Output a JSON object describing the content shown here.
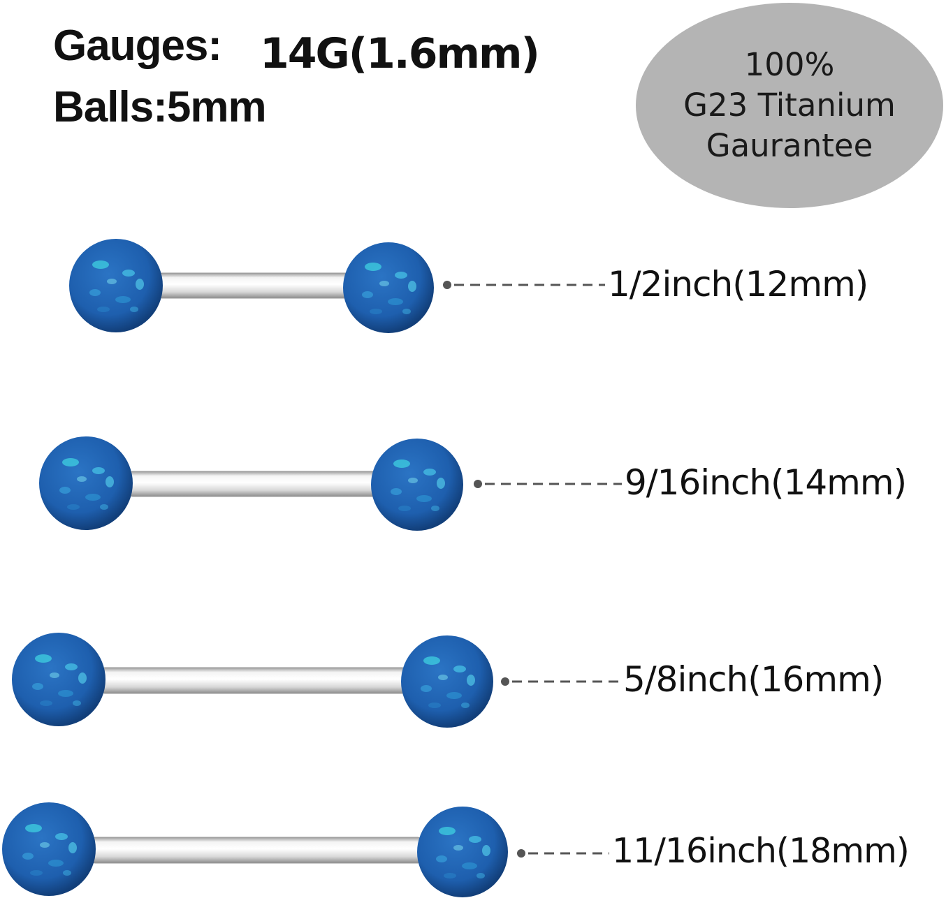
{
  "header": {
    "gauges_label": "Gauges:",
    "gauges_value": "14G(1.6mm)",
    "balls_label": "Balls:5mm"
  },
  "badge": {
    "line1": "100%",
    "line2": "G23 Titanium",
    "line3": "Gaurantee",
    "color": "#b4b4b4"
  },
  "sizes": [
    {
      "label": "1/2inch(12mm)"
    },
    {
      "label": "9/16inch(14mm)"
    },
    {
      "label": "5/8inch(16mm)"
    },
    {
      "label": "11/16inch(18mm)"
    }
  ],
  "colors": {
    "opal": "#1e5fae",
    "opal_highlight": "#3fd0e0",
    "steel": "#e6e6e6",
    "leader": "#555555"
  }
}
